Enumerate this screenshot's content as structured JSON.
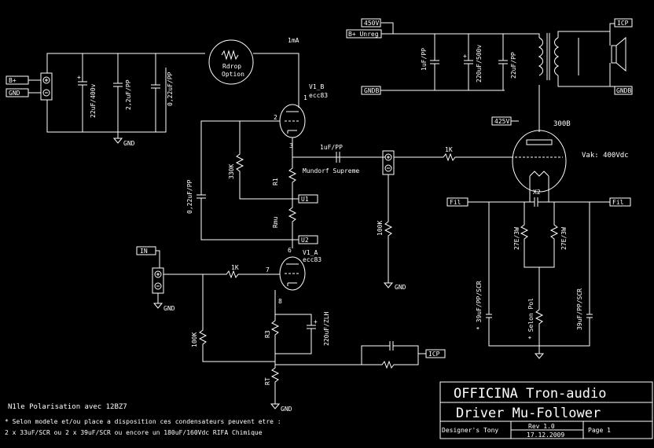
{
  "power": {
    "bplus": "B+",
    "gnd": "GND",
    "gnd_symbol": "GND",
    "caps": [
      "22uF/400v",
      "2,2uF/PP",
      "0,22uF/PP"
    ],
    "rdrop": [
      "Rdrop",
      "Option"
    ],
    "current": "1mA"
  },
  "v1b": {
    "name": "V1_B",
    "type": "ecc83",
    "pin1": "1",
    "pin2": "2",
    "pin3": "3"
  },
  "v1a": {
    "name": "V1_A",
    "type": "ecc83",
    "pin6": "6",
    "pin7": "7",
    "pin8": "8"
  },
  "mid": {
    "cap_left": "0,22uF/PP",
    "r330k": "330K",
    "r1": "R1",
    "rmu": "Rmu",
    "u1": "U1",
    "u2": "U2",
    "coupling_cap": "1uF/PP",
    "coupling_note": "Mundorf Supreme",
    "grid_r": "1K",
    "leak_r": "100K",
    "gnd": "GND"
  },
  "input": {
    "flag": "IN",
    "grid_r": "1K",
    "r100k": "100K",
    "gnd": "GND"
  },
  "cathode": {
    "r3": "R3",
    "rt": "RT",
    "cap": "220uF/ZLH",
    "fb_flag": "ICP",
    "gnd": "GND"
  },
  "output": {
    "b_plus_450": "450V",
    "bplus_unreg": "B+ Unreg",
    "gndb": "GNDB",
    "caps": [
      "1uF/PP",
      "220uF/500v",
      "22uF/PP"
    ],
    "icp": "ICP",
    "gnd_out": "GNDB",
    "plate_flag": "425V",
    "tube": "300B",
    "vak": "Vak: 400Vdc",
    "fil_left": "Fil",
    "fil_right": "Fil",
    "x2": "X2",
    "r_left": "27E/3W",
    "r_right": "27E/3W",
    "cap_left": "* 39uF/PP/SCR",
    "cap_right": "39uF/PP/SCR",
    "selon_pol": "* Selon Pol"
  },
  "notes": {
    "line1": "N1le Polarisation avec 12BZ7",
    "line2": "* Selon modele et/ou place a disposition ces  condensateurs peuvent etre :",
    "line3": "2 x 33uF/SCR ou 2 x 39uF/SCR ou encore un 180uF/160Vdc RIFA Chimique"
  },
  "titleblock": {
    "company": "OFFICINA Tron-audio",
    "title": "Driver Mu-Follower",
    "designer": "Designer's Tony",
    "rev": "Rev 1.0",
    "date": "17.12.2009",
    "page": "Page 1"
  }
}
